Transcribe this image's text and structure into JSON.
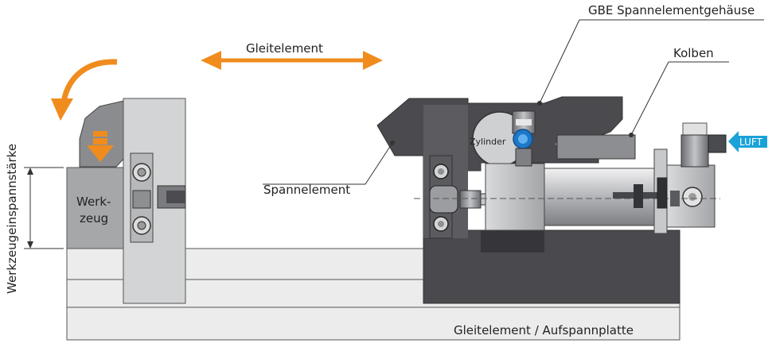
{
  "labels": {
    "housing": "GBE Spannelementgehäuse",
    "piston": "Kolben",
    "slide_element": "Gleitelement",
    "clamp_element": "Spannelement",
    "cylinder": "Zylinder",
    "air": "LUFT",
    "tool_line1": "Werk-",
    "tool_line2": "zeug",
    "tool_clamp_thickness": "Werkzeugeinspannstärke",
    "base_plate": "Gleitelement / Aufspannplatte"
  },
  "colors": {
    "orange": "#f08c1e",
    "air_blue": "#1aa2d8",
    "cylinder_ring": "#1e78c8",
    "dark_metal": "#4b4b4f",
    "mid_metal": "#6e6e72",
    "light_metal": "#c9cacc",
    "tool_gray": "#a8a9ab",
    "plate_gray": "#e9e9ea"
  }
}
